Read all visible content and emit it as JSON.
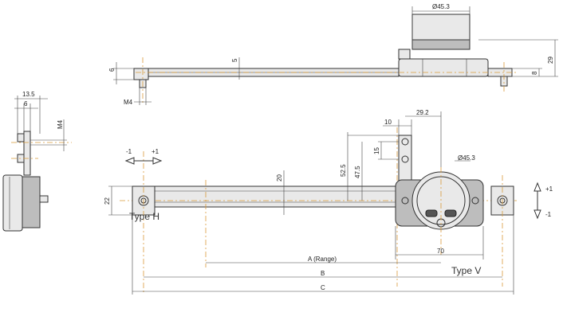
{
  "dimensions": {
    "dia_top": "Ø45.3",
    "h29": "29",
    "h8": "8",
    "h6": "6",
    "h5": "5",
    "m4_top": "M4",
    "d13_5": "13.5",
    "d6_side": "6",
    "m4_side": "M4",
    "d10": "10",
    "d29_2": "29.2",
    "d15": "15",
    "d52_5": "52.5",
    "d47_5": "47.5",
    "dia_front": "Ø45.3",
    "d20": "20",
    "d22": "22",
    "d70": "70",
    "a_range": "A (Range)",
    "b": "B",
    "c": "C"
  },
  "directions": {
    "minus_left": "-1",
    "plus_right": "+1",
    "plus_up": "+1",
    "minus_down": "-1"
  },
  "labels": {
    "type_h": "Type H",
    "type_v": "Type V"
  }
}
